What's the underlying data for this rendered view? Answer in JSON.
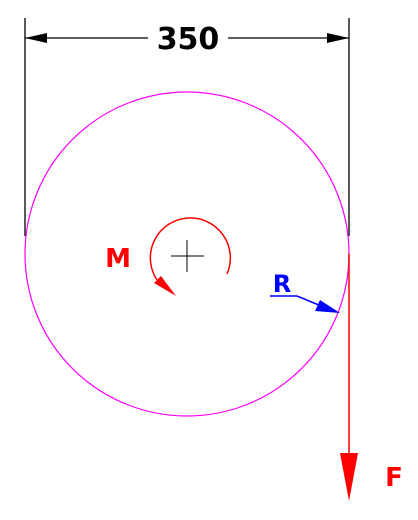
{
  "dimension": {
    "value": "350"
  },
  "labels": {
    "moment": "M",
    "radius": "R",
    "force": "F"
  },
  "colors": {
    "circle": "#ff00ff",
    "moment": "#ff0000",
    "radius": "#0000ff",
    "force": "#ff0000",
    "dimension": "#000000",
    "centre_mark": "#000000"
  }
}
